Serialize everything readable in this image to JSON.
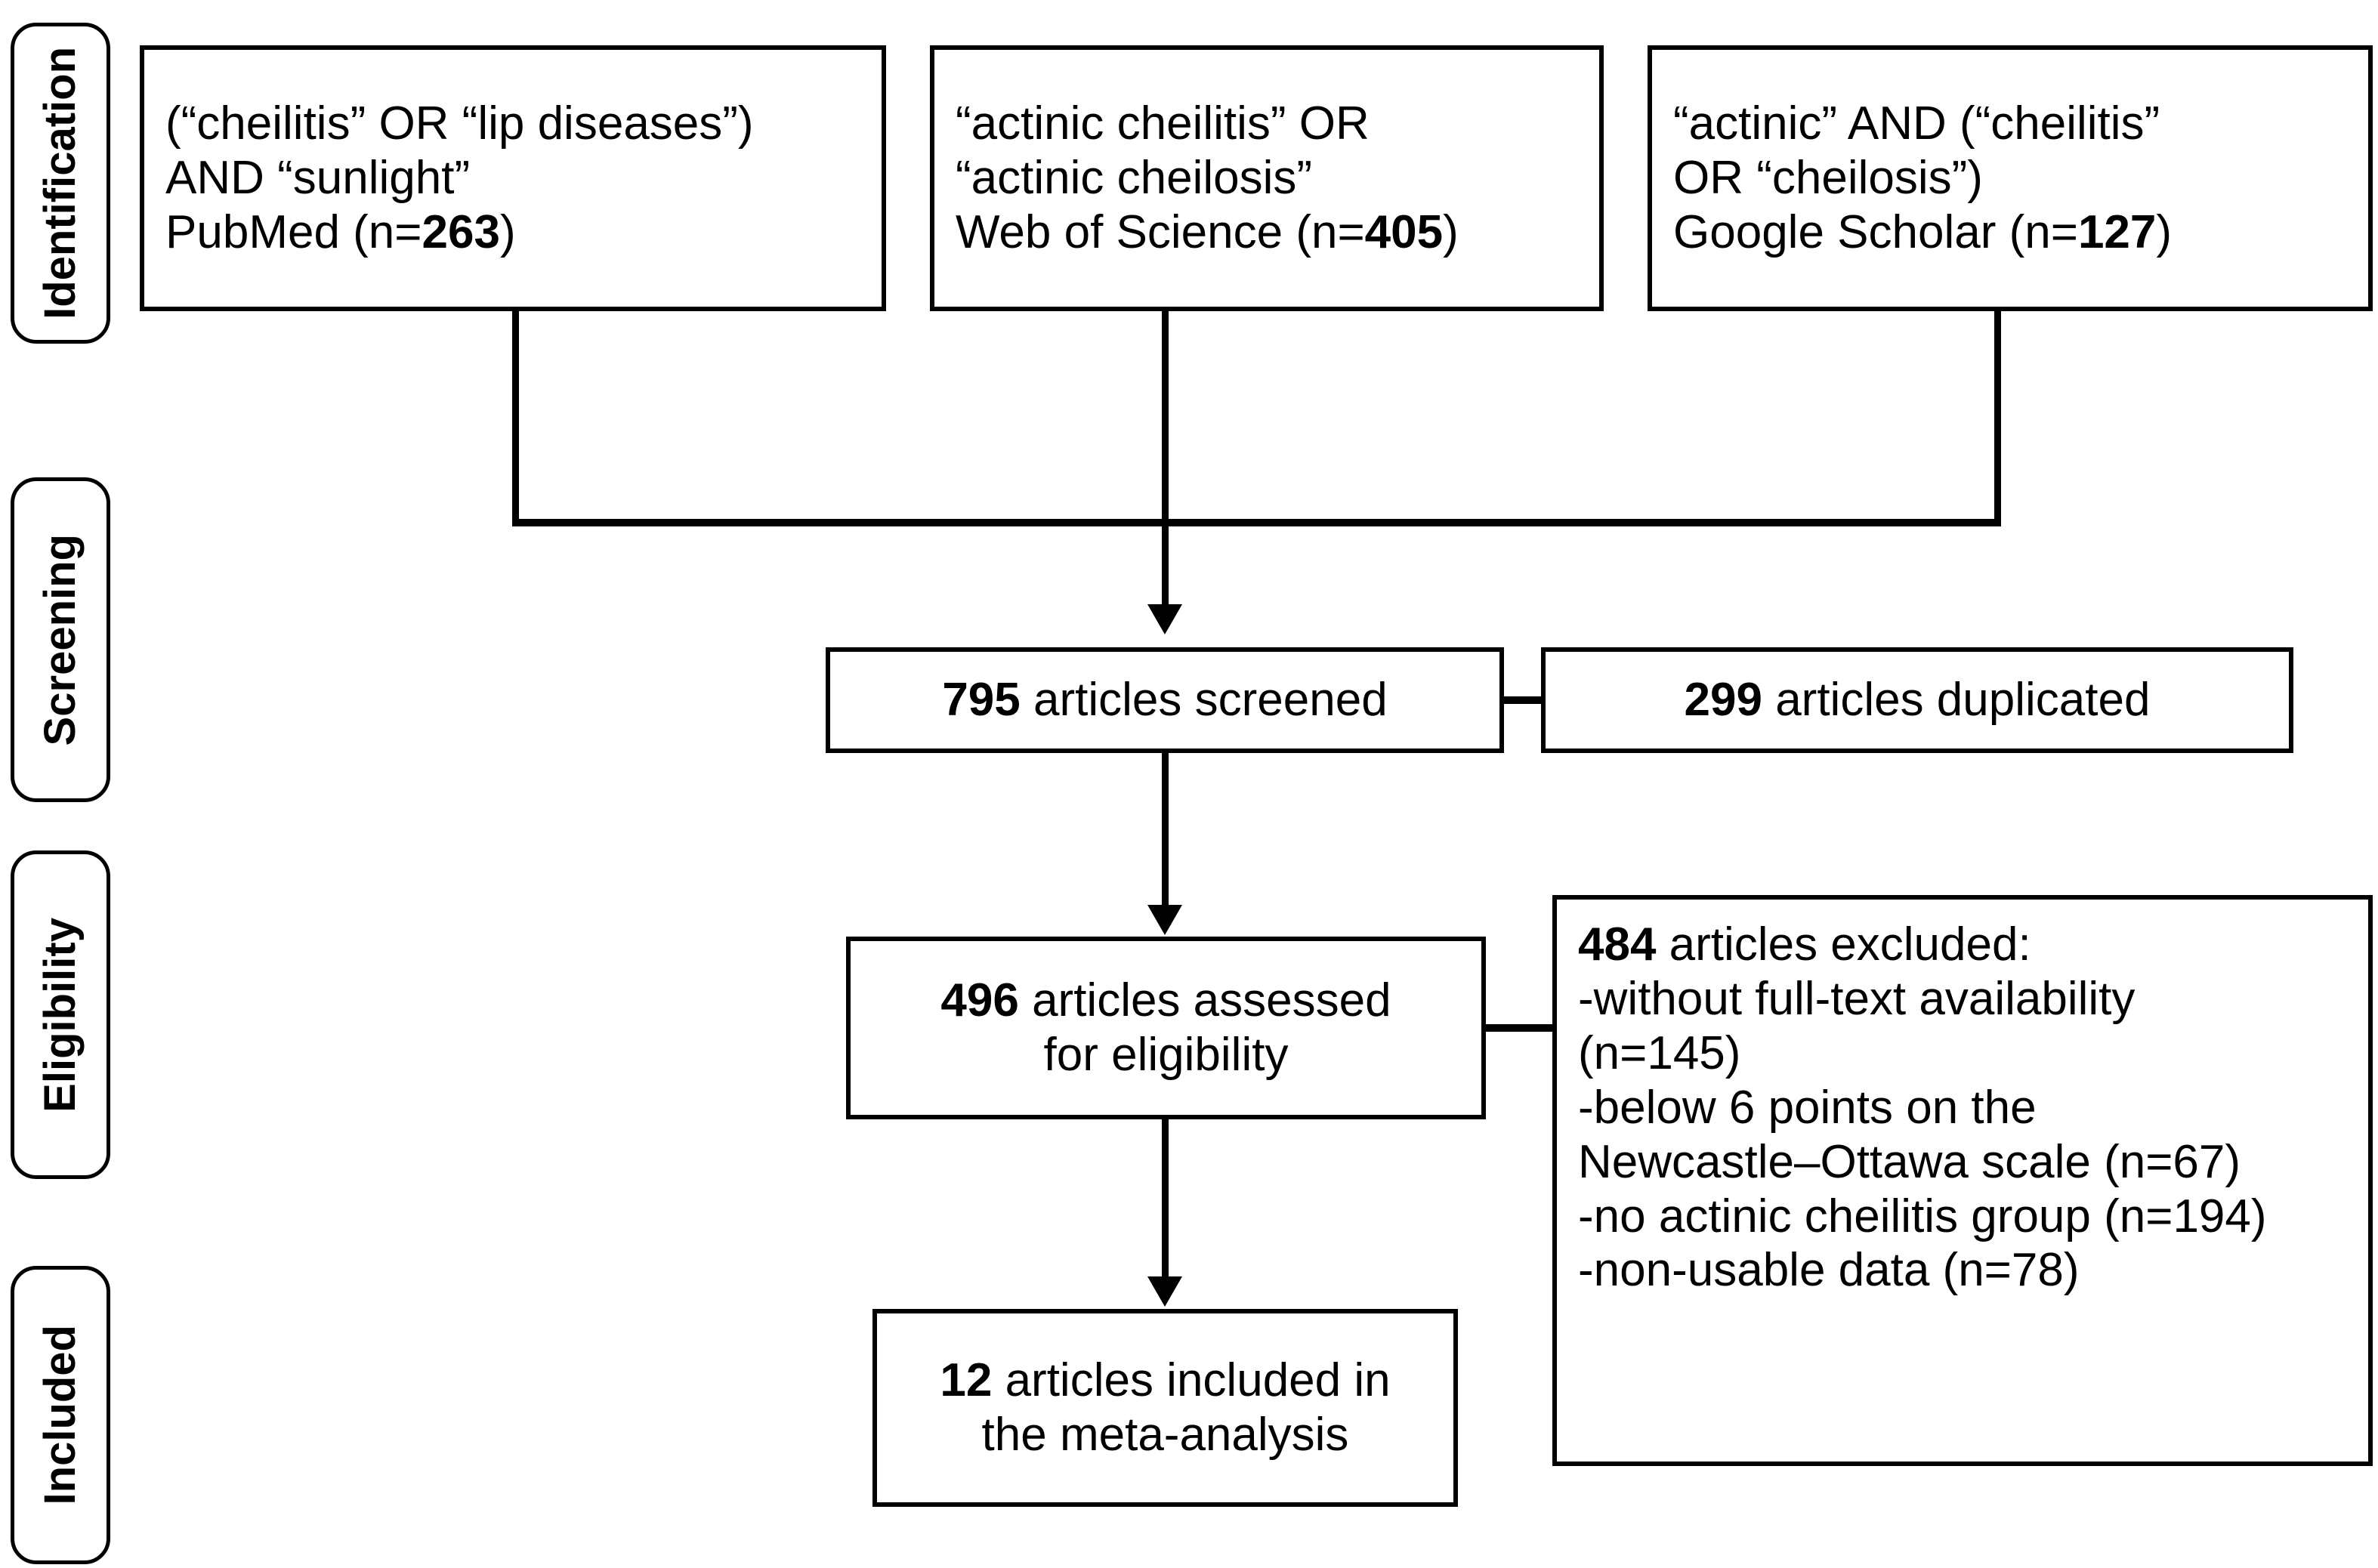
{
  "diagram": {
    "title": "PRISMA study selection flow diagram",
    "phases": [
      {
        "label": "Identification"
      },
      {
        "label": "Screening"
      },
      {
        "label": "Eligibility"
      },
      {
        "label": "Included"
      }
    ],
    "sources": [
      {
        "name": "pubmed-source-box",
        "lines": [
          "(“cheilitis” OR “lip diseases”)",
          "AND “sunlight”"
        ],
        "database": "PubMed",
        "count_prefix": "PubMed (n=",
        "count": "263",
        "count_suffix": ")"
      },
      {
        "name": "web-of-science-source-box",
        "lines": [
          "“actinic cheilitis” OR",
          "“actinic cheilosis”"
        ],
        "database": "Web of Science",
        "count_prefix": "Web of Science (n=",
        "count": "405",
        "count_suffix": ")"
      },
      {
        "name": "google-scholar-source-box",
        "lines": [
          "“actinic” AND (“cheilitis”",
          "OR “cheilosis”)"
        ],
        "database": "Google Scholar",
        "count_prefix": "Google Scholar (n=",
        "count": "127",
        "count_suffix": ")"
      }
    ],
    "screened": {
      "count": "795",
      "text": " articles screened"
    },
    "duplicated": {
      "count": "299",
      "text": " articles duplicated"
    },
    "assessed": {
      "count": "496",
      "line1": " articles assessed",
      "line2": "for eligibility"
    },
    "excluded": {
      "count": "484",
      "heading": " articles excluded:",
      "reasons": [
        "-without full-text availability",
        "(n=145)",
        "-below 6 points on the",
        "Newcastle–Ottawa scale (n=67)",
        "-no actinic cheilitis group (n=194)",
        "-non-usable data (n=78)"
      ]
    },
    "included": {
      "count": "12",
      "line1": " articles included in",
      "line2": "the meta-analysis"
    },
    "colors": {
      "stroke": "#000000",
      "background": "#ffffff"
    }
  }
}
